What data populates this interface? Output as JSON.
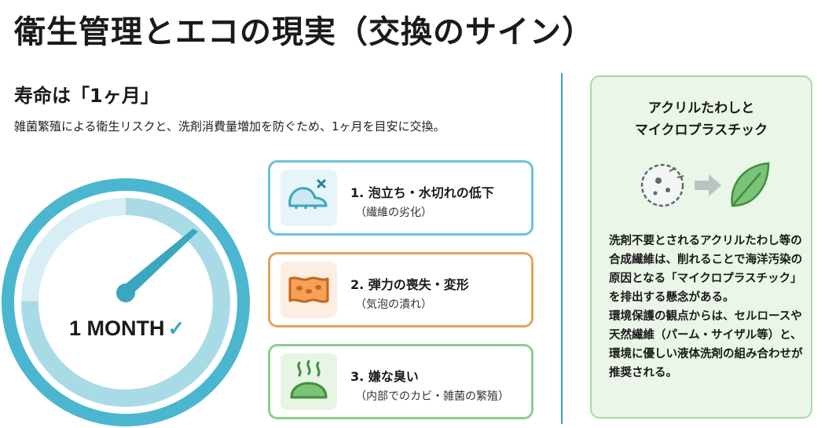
{
  "title": "衛生管理とエコの現実（交換のサイン）",
  "lifespan": {
    "heading": "寿命は「1ヶ月」",
    "description": "雑菌繁殖による衛生リスクと、洗剤消費量増加を防ぐため、1ヶ月を目安に交換。",
    "gauge_label": "1 MONTH",
    "gauge_check": "✓"
  },
  "signs": [
    {
      "title": "1. 泡立ち・水切れの低下",
      "detail": "（繊維の劣化）",
      "icon": "worn-sponge-icon"
    },
    {
      "title": "2. 弾力の喪失・変形",
      "detail": "（気泡の潰れ）",
      "icon": "deformed-sponge-icon"
    },
    {
      "title": "3. 嫌な臭い",
      "detail": "（内部でのカビ・雑菌の繁殖）",
      "icon": "odor-icon"
    }
  ],
  "eco_card": {
    "title_line1": "アクリルたわしと",
    "title_line2": "マイクロプラスチック",
    "body_p1": "洗剤不要とされるアクリルたわし等の合成繊維は、削れることで海洋汚染の原因となる「マイクロプラスチック」を排出する懸念がある。",
    "body_p2": "環境保護の観点からは、セルロースや天然繊維（パーム・サイザル等）と、環境に優しい液体洗剤の組み合わせが推奨される。"
  },
  "colors": {
    "accent_blue": "#3aa6bf",
    "orange": "#e7a25c",
    "green": "#8fcc8c",
    "card_bg": "#eaf6e7"
  }
}
